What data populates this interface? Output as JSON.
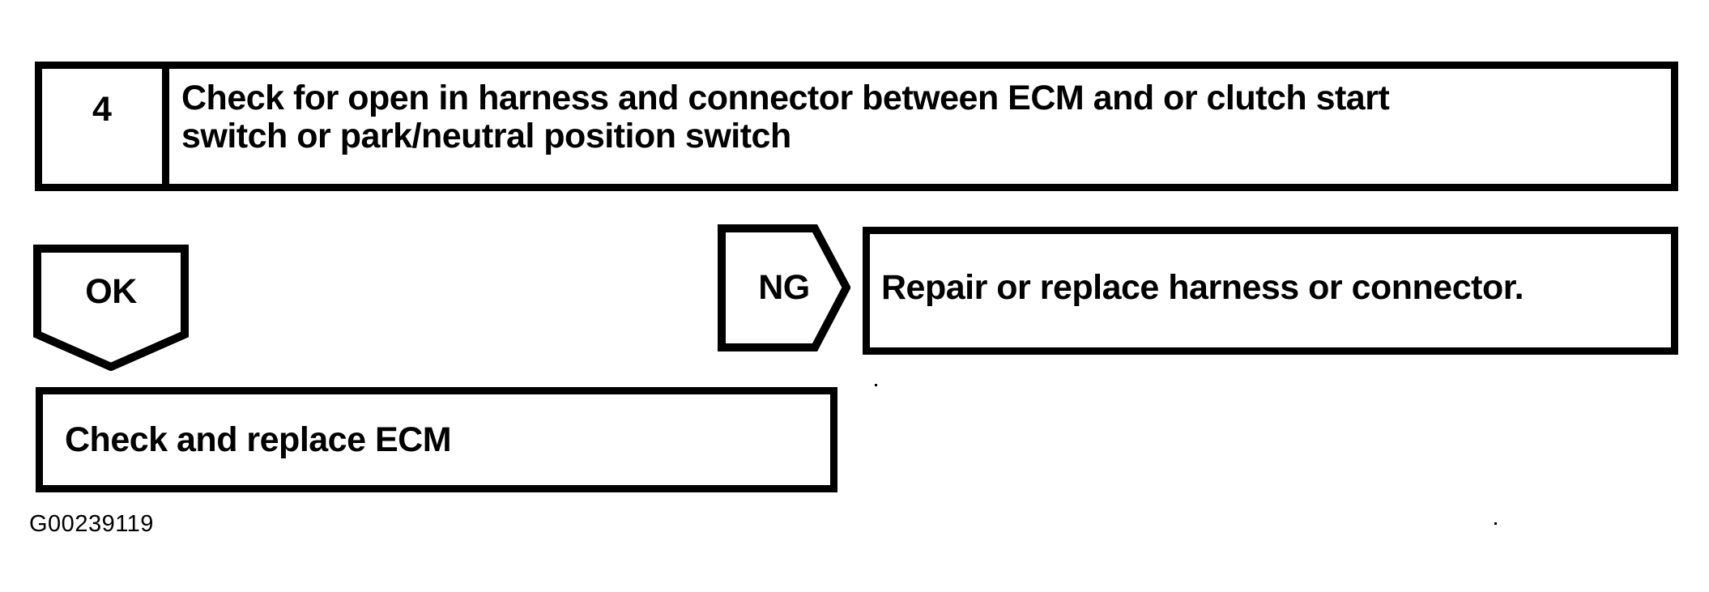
{
  "page": {
    "background_color": "#ffffff",
    "ink_color": "#000000"
  },
  "flowchart": {
    "step": {
      "number": "4",
      "description_line1": "Check for open in harness and connector between ECM and or clutch start",
      "description_line2": "switch or park/neutral position switch"
    },
    "ok_connector": {
      "label": "OK"
    },
    "ng_connector": {
      "label": "NG"
    },
    "ng_result": {
      "text": "Repair or replace harness or connector."
    },
    "ok_result": {
      "text": "Check and replace ECM"
    },
    "figure_id": "G00239119"
  }
}
